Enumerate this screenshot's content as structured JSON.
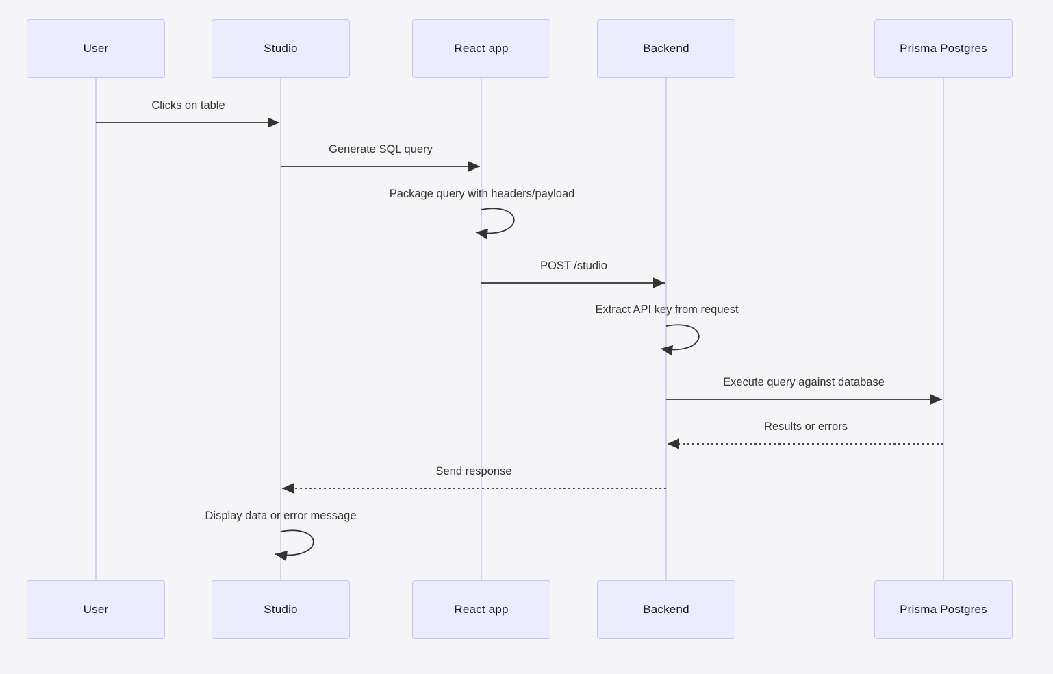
{
  "diagram": {
    "type": "sequence-diagram",
    "colors": {
      "background": "#f5f4f6",
      "actor_fill": "#ececff",
      "actor_border": "#c9c4ec",
      "lifeline": "#d8d0ee",
      "message": "#333333"
    },
    "actors": [
      {
        "id": "user",
        "label": "User"
      },
      {
        "id": "studio",
        "label": "Studio"
      },
      {
        "id": "react-app",
        "label": "React app"
      },
      {
        "id": "backend",
        "label": "Backend"
      },
      {
        "id": "prisma-postgres",
        "label": "Prisma Postgres"
      }
    ],
    "messages": [
      {
        "label": "Clicks on table",
        "from": "user",
        "to": "studio",
        "style": "solid"
      },
      {
        "label": "Generate SQL query",
        "from": "studio",
        "to": "react-app",
        "style": "solid"
      },
      {
        "label": "Package query with headers/payload",
        "from": "react-app",
        "to": "react-app",
        "style": "self-loop"
      },
      {
        "label": "POST /studio",
        "from": "react-app",
        "to": "backend",
        "style": "solid"
      },
      {
        "label": "Extract API key from request",
        "from": "backend",
        "to": "backend",
        "style": "self-loop"
      },
      {
        "label": "Execute query against database",
        "from": "backend",
        "to": "prisma-postgres",
        "style": "solid"
      },
      {
        "label": "Results or errors",
        "from": "prisma-postgres",
        "to": "backend",
        "style": "dashed"
      },
      {
        "label": "Send response",
        "from": "backend",
        "to": "studio",
        "style": "dashed"
      },
      {
        "label": "Display data or error message",
        "from": "studio",
        "to": "studio",
        "style": "self-loop"
      }
    ]
  }
}
